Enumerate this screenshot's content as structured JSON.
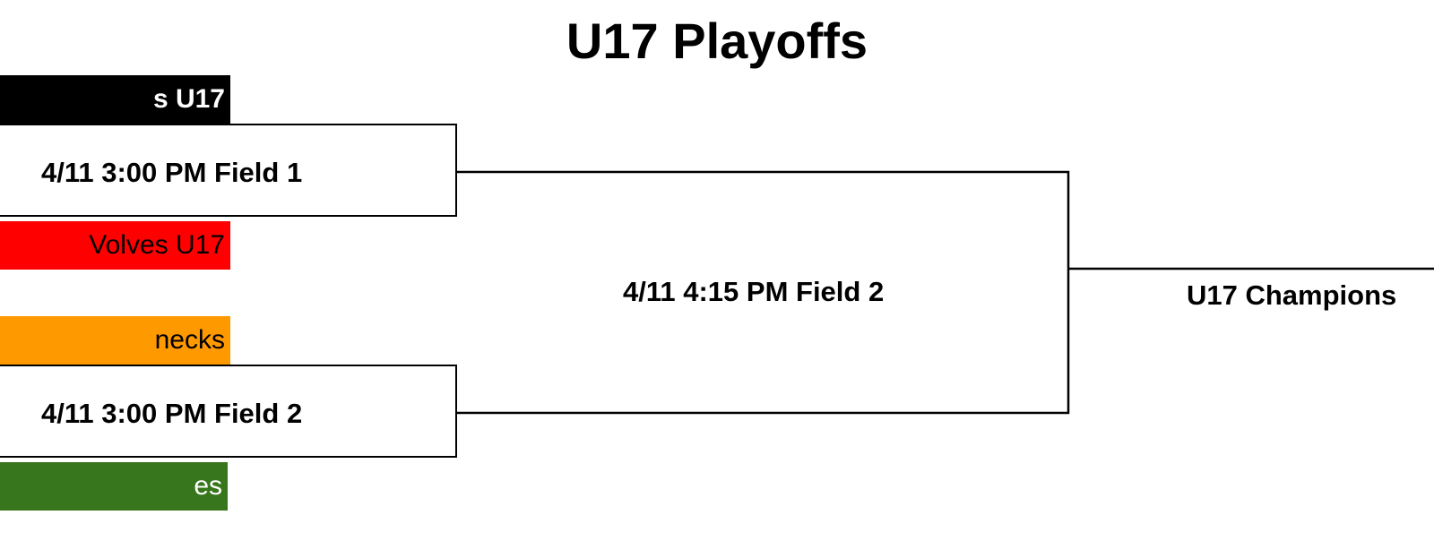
{
  "title": "U17 Playoffs",
  "teams": [
    {
      "name": "s U17",
      "color": "#000000",
      "text_color": "#ffffff"
    },
    {
      "name": "Volves U17",
      "color": "#ff0000",
      "text_color": "#000000"
    },
    {
      "name": "necks",
      "color": "#ff9900",
      "text_color": "#000000"
    },
    {
      "name": "es",
      "color": "#38761d",
      "text_color": "#ffffff"
    }
  ],
  "matches": {
    "semifinal_1": "4/11 3:00 PM Field 1",
    "semifinal_2": "4/11 3:00 PM Field 2",
    "final": "4/11 4:15 PM Field 2"
  },
  "champion_label": "U17 Champions",
  "line_color": "#000000"
}
